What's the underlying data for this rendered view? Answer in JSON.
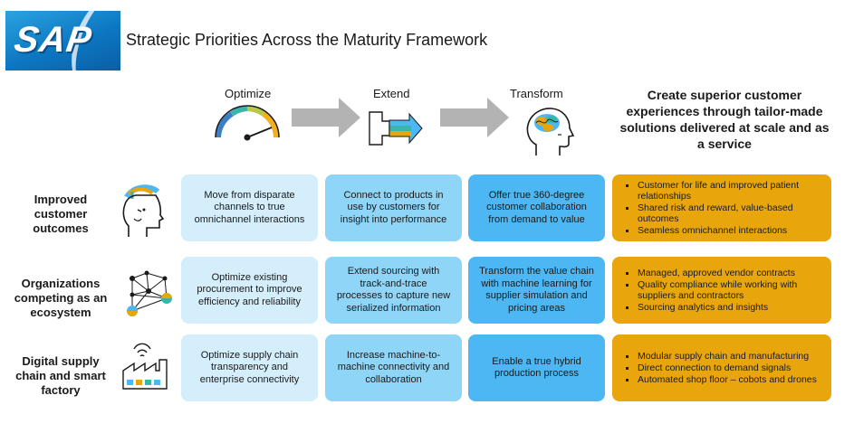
{
  "header": {
    "logo_text": "SAP",
    "title": "Strategic Priorities Across the Maturity Framework"
  },
  "stages": [
    {
      "label": "Optimize",
      "icon": "gauge-icon"
    },
    {
      "label": "Extend",
      "icon": "extend-arrow-icon"
    },
    {
      "label": "Transform",
      "icon": "brain-head-icon"
    }
  ],
  "goal": "Create superior customer experiences through tailor-made solutions delivered at scale and as a service",
  "rows": [
    {
      "label": "Improved customer outcomes",
      "icon": "customer-head-icon",
      "optimize": "Move from disparate channels to true omnichannel interactions",
      "extend": "Connect to products in use by customers for insight into performance",
      "transform": "Offer true 360-degree customer collaboration from demand to value",
      "outcomes": [
        "Customer for life and improved patient relationships",
        "Shared risk and reward, value-based outcomes",
        "Seamless omnichannel interactions"
      ]
    },
    {
      "label": "Organizations competing as an ecosystem",
      "icon": "network-icon",
      "optimize": "Optimize existing procurement to improve efficiency and reliability",
      "extend": "Extend sourcing with track-and-trace processes to capture new serialized information",
      "transform": "Transform the value chain with machine learning for supplier simulation and pricing areas",
      "outcomes": [
        "Managed, approved vendor contracts",
        "Quality compliance while working with suppliers and contractors",
        "Sourcing analytics and insights"
      ]
    },
    {
      "label": "Digital supply chain and smart factory",
      "icon": "smart-factory-icon",
      "optimize": "Optimize supply chain transparency and enterprise connectivity",
      "extend": "Increase machine-to-machine connectivity and collaboration",
      "transform": "Enable a true hybrid production process",
      "outcomes": [
        "Modular supply chain and manufacturing",
        "Direct connection to demand signals",
        "Automated shop floor – cobots and drones"
      ]
    }
  ],
  "colors": {
    "optimize_fill": "#d4eefc",
    "extend_fill": "#8fd5f8",
    "transform_fill": "#4cb7f2",
    "outcome_fill": "#e8a60c",
    "arrow_gray": "#b3b3b3"
  }
}
